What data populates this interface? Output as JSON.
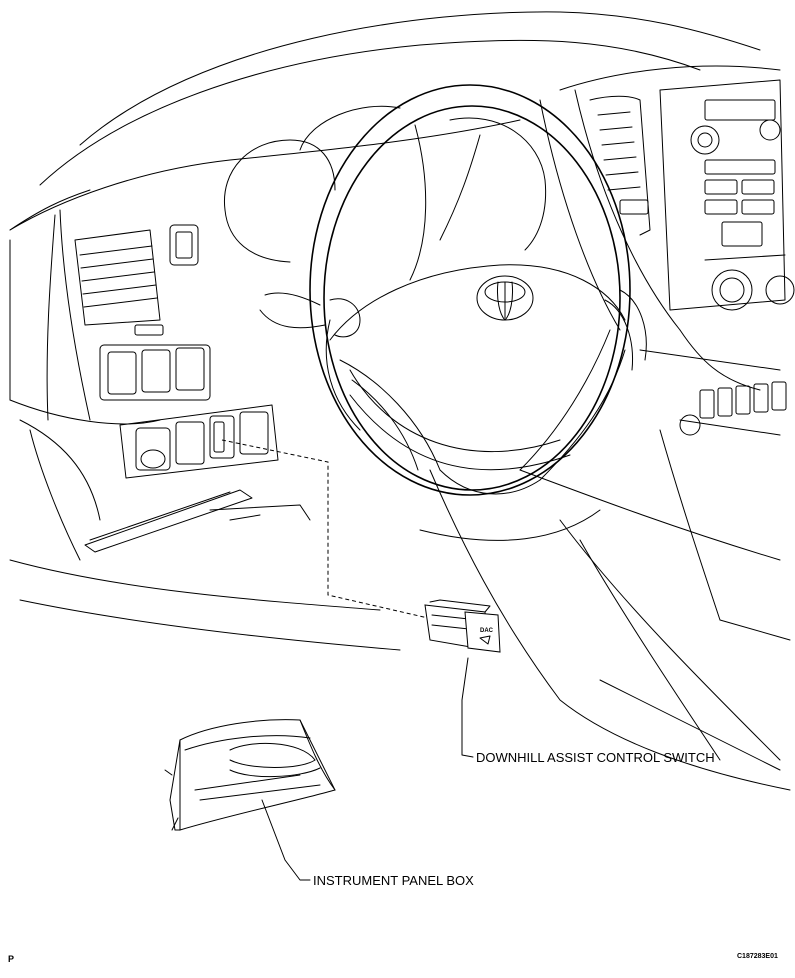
{
  "labels": {
    "switch": "DOWNHILL ASSIST CONTROL SWITCH",
    "box": "INSTRUMENT PANEL BOX"
  },
  "corner": {
    "left": "P",
    "right": "C187283E01"
  }
}
